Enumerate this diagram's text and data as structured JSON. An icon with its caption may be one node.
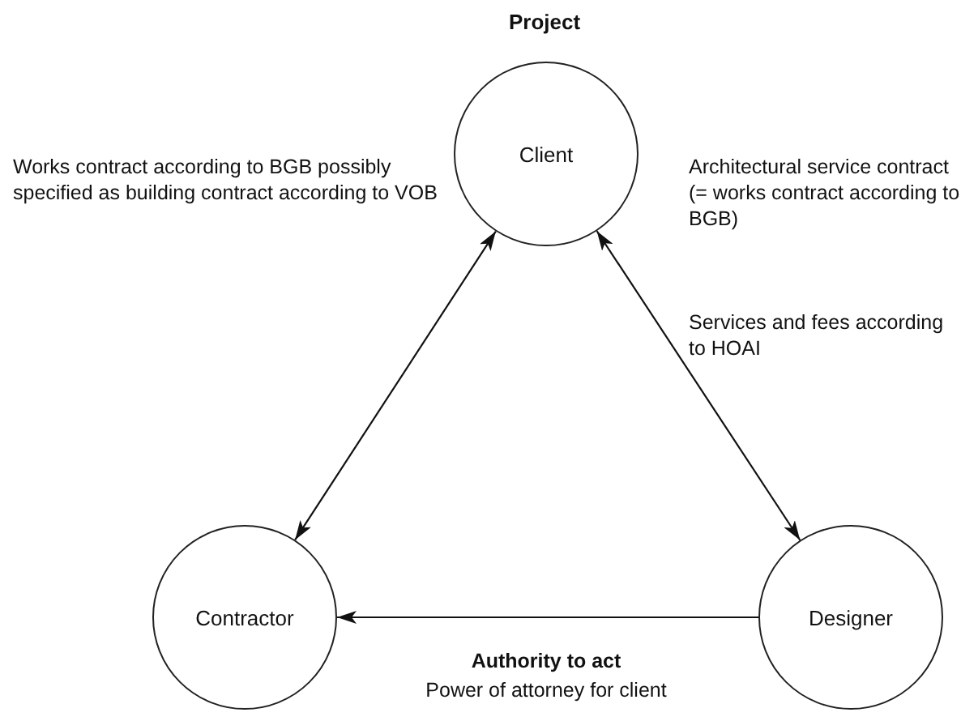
{
  "diagram": {
    "title": "Project",
    "nodes": [
      {
        "text": [
          "Client"
        ]
      },
      {
        "text": [
          "Contractor"
        ]
      },
      {
        "text": [
          "Designer"
        ]
      }
    ],
    "edges": [
      {
        "from": 0,
        "to": 1,
        "arrow": "both"
      },
      {
        "from": 0,
        "to": 2,
        "arrow": "both"
      },
      {
        "from": 2,
        "to": 1,
        "arrow": "to"
      }
    ],
    "labels": [
      "Works contract according to BGB possibly specified as building contract according to VOB",
      "Architectural service contract (= works contract according to BGB)",
      "Services and fees according to HOAI",
      "Authority to act",
      "Power of attorney for client"
    ]
  }
}
